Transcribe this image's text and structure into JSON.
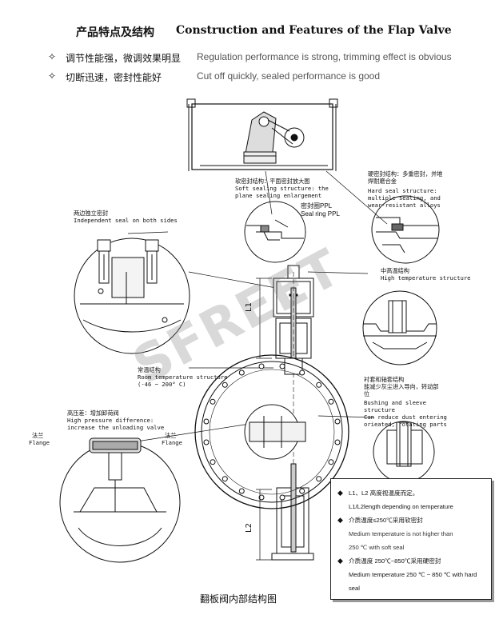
{
  "header": {
    "title_cn": "产品特点及结构",
    "title_en": "Construction and Features of the Flap Valve"
  },
  "features": [
    {
      "bullet": "✧",
      "cn": "调节性能强，微调效果明显",
      "en": "Regulation performance is strong, trimming effect is obvious"
    },
    {
      "bullet": "✧",
      "cn": "切断迅速，密封性能好",
      "en": "Cut off quickly, sealed performance is good"
    }
  ],
  "labels": {
    "soft_seal_cn": "软密封结构：平面密封放大图",
    "soft_seal_en1": "Soft sealing structure: the",
    "soft_seal_en2": "plane sealing enlargement",
    "seal_ring_cn": "密封圈PPL",
    "seal_ring_en": "Seal ring PPL",
    "hard_seal_cn1": "硬密封结构：多重密封，并堆",
    "hard_seal_cn2": "焊耐磨合金",
    "hard_seal_en1": "Hard seal structure:",
    "hard_seal_en2": "multiple sealing, and",
    "hard_seal_en3": "wear-resistant alloys",
    "indep_cn": "两边独立密封",
    "indep_en": "Independent seal on both sides",
    "high_temp_cn": "中高温结构",
    "high_temp_en": "High temperature structure",
    "l1": "L1",
    "l2": "L2",
    "room_cn": "常温结构",
    "room_en1": "Room temperature structure",
    "room_en2": "(-46 ~ 200° C)",
    "bush_cn1": "衬套和轴套结构",
    "bush_cn2": "能减少灰尘进入导向，转动部",
    "bush_cn3": "位",
    "bush_en1": "Bushing and sleeve",
    "bush_en2": "structure",
    "bush_en3": "Can reduce dust entering",
    "bush_en4": "orieated, rotating parts",
    "hp_cn": "高压差：增加卸荷阀",
    "hp_en1": "High pressure difference:",
    "hp_en2": "increase the unloading valve",
    "flange_cn_l": "法兰",
    "flange_en_l": "Flange",
    "flange_cn_r": "法兰",
    "flange_en_r": "Flange",
    "watermark": "SFREET"
  },
  "notes": [
    {
      "bullet": "◆",
      "text": "L1、L2 高度视温度而定。",
      "sub": false
    },
    {
      "bullet": "",
      "text": "L1/L2length depending on temperature",
      "sub": false
    },
    {
      "bullet": "◆",
      "text": "介质温度≤250℃采用软密封",
      "sub": false
    },
    {
      "bullet": "",
      "text": "Medium temperature is not higher than",
      "sub": true
    },
    {
      "bullet": "",
      "text": "250 ℃ with soft seal",
      "sub": true
    },
    {
      "bullet": "◆",
      "text": "介质温度 250℃~850℃采用硬密封",
      "sub": false
    },
    {
      "bullet": "",
      "text": "Medium temperature 250 ℃ ~ 850 ℃ with hard",
      "sub": false
    },
    {
      "bullet": "",
      "text": "seal",
      "sub": false
    }
  ],
  "caption": "翻板阀内部结构图"
}
